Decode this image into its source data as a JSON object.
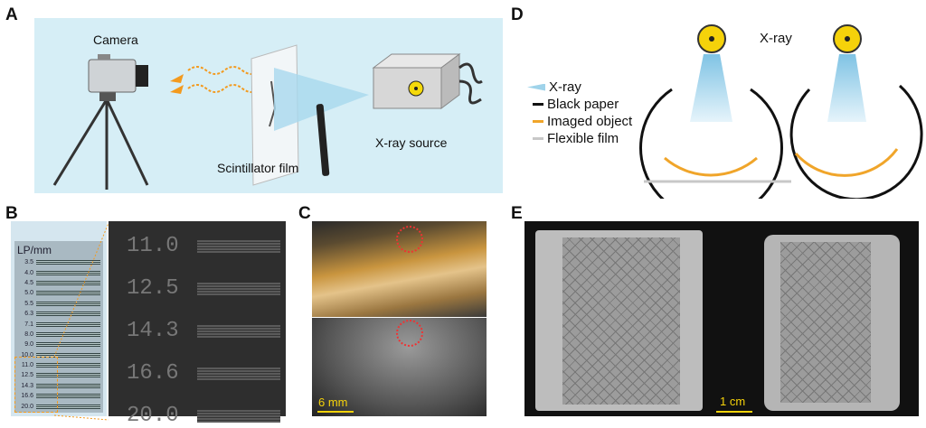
{
  "panels": {
    "a": {
      "label": "A",
      "camera": "Camera",
      "film": "Scintillator film",
      "source": "X-ray source"
    },
    "b": {
      "label": "B",
      "unit": "LP/mm",
      "ruler_values": [
        "3.5",
        "4.0",
        "4.5",
        "5.0",
        "5.5",
        "6.3",
        "7.1",
        "8.0",
        "9.0",
        "10.0",
        "11.0",
        "12.5",
        "14.3",
        "16.6",
        "20.0"
      ],
      "zoom_values": [
        "11.0",
        "12.5",
        "14.3",
        "16.6",
        "20.0"
      ]
    },
    "c": {
      "label": "C",
      "scale": "6 mm"
    },
    "d": {
      "label": "D",
      "title": "X-ray",
      "legend": [
        {
          "label": "X-ray",
          "color": "#9fd3ea"
        },
        {
          "label": "Black paper",
          "color": "#111111"
        },
        {
          "label": "Imaged object",
          "color": "#f0a52a"
        },
        {
          "label": "Flexible film",
          "color": "#c8c8c8"
        }
      ]
    },
    "e": {
      "label": "E",
      "scale": "1 cm"
    }
  }
}
